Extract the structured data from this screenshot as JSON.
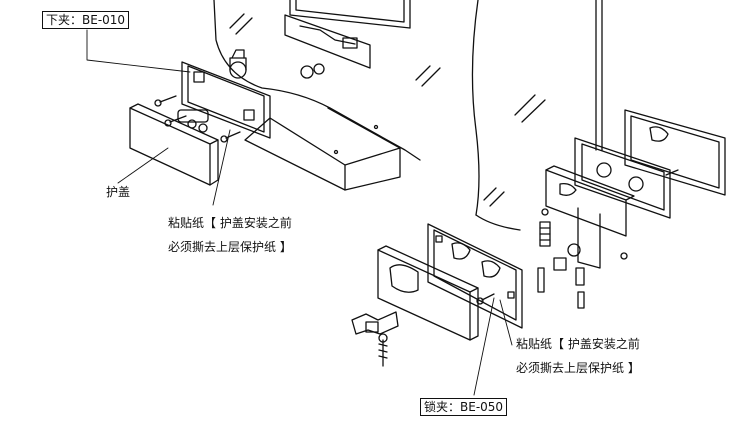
{
  "labels": {
    "lower_clamp": "下夹：BE-010",
    "cover": "护盖",
    "note_left_line1": "粘贴纸【 护盖安装之前",
    "note_left_line2": "必须撕去上层保护纸 】",
    "note_right_line1": "粘贴纸【 护盖安装之前",
    "note_right_line2": "必须撕去上层保护纸 】",
    "lock_clamp": "锁夹：BE-050"
  },
  "colors": {
    "line": "#111111",
    "label_border": "#111111",
    "background": "#ffffff"
  }
}
